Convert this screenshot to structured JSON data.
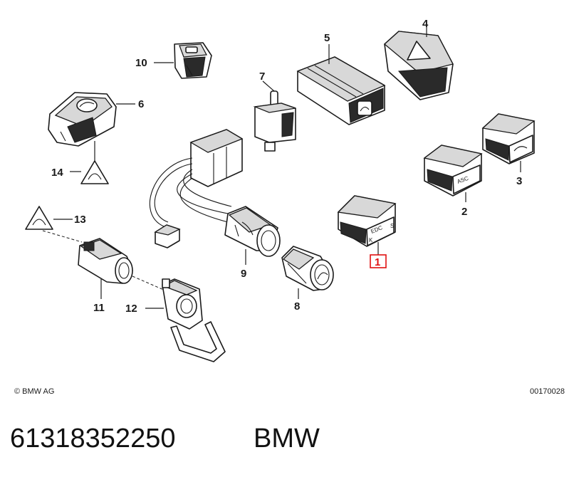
{
  "callouts": {
    "c1": "1",
    "c2": "2",
    "c3": "3",
    "c4": "4",
    "c5": "5",
    "c6": "6",
    "c7": "7",
    "c8": "8",
    "c9": "9",
    "c10": "10",
    "c11": "11",
    "c12": "12",
    "c13": "13",
    "c14": "14"
  },
  "switch_labels": {
    "edc": "EDC",
    "edc_k": "K",
    "edc_s": "S",
    "asc": "ASC"
  },
  "footer": {
    "copyright": "© BMW AG",
    "diagram_id": "00170028"
  },
  "caption": {
    "part_number": "61318352250",
    "brand": "BMW"
  },
  "colors": {
    "highlight": "#e01010",
    "line": "#1a1a1a"
  }
}
